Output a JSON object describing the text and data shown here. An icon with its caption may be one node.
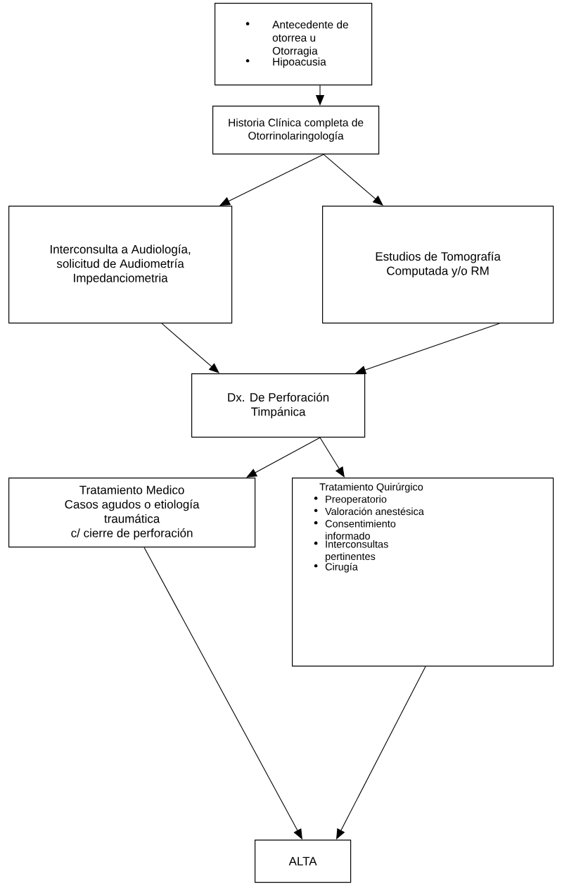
{
  "diagram": {
    "nodes": [
      {
        "text": [
          "Antecedente de otorrea u Otorragia",
          "Hipoacusia"
        ]
      },
      {
        "text": [
          "Historia Clínica completa de Otorrinolaringología"
        ]
      },
      {
        "text": [
          "Interconsulta a Audiología, solicitud de Audiometría Impedanciometria"
        ]
      },
      {
        "text": [
          "Estudios de Tomografía Computada y/o RM"
        ]
      },
      {
        "text": [
          "Dx. De Perforación Timpánica"
        ]
      },
      {
        "text": [
          "Tratamiento Medico",
          "Casos agudos o etiología traumática",
          "c/ cierre de perforación"
        ]
      },
      {
        "text": [
          "Tratamiento Quirúrgico",
          "Preoperatorio",
          "Valoración anestésica",
          "Consentimiento informado",
          "Interconsultas pertinentes",
          "Cirugía"
        ]
      },
      {
        "text": [
          "ALTA"
        ]
      }
    ],
    "edges": [
      {
        "from": 0,
        "to": 1,
        "arrow": "to"
      },
      {
        "from": 1,
        "to": 2,
        "arrow": "to"
      },
      {
        "from": 1,
        "to": 3,
        "arrow": "to"
      },
      {
        "from": 2,
        "to": 4,
        "arrow": "to"
      },
      {
        "from": 3,
        "to": 4,
        "arrow": "to"
      },
      {
        "from": 4,
        "to": 5,
        "arrow": "to"
      },
      {
        "from": 4,
        "to": 6,
        "arrow": "to"
      },
      {
        "from": 5,
        "to": 7,
        "arrow": "to"
      },
      {
        "from": 6,
        "to": 7,
        "arrow": "to"
      }
    ]
  }
}
